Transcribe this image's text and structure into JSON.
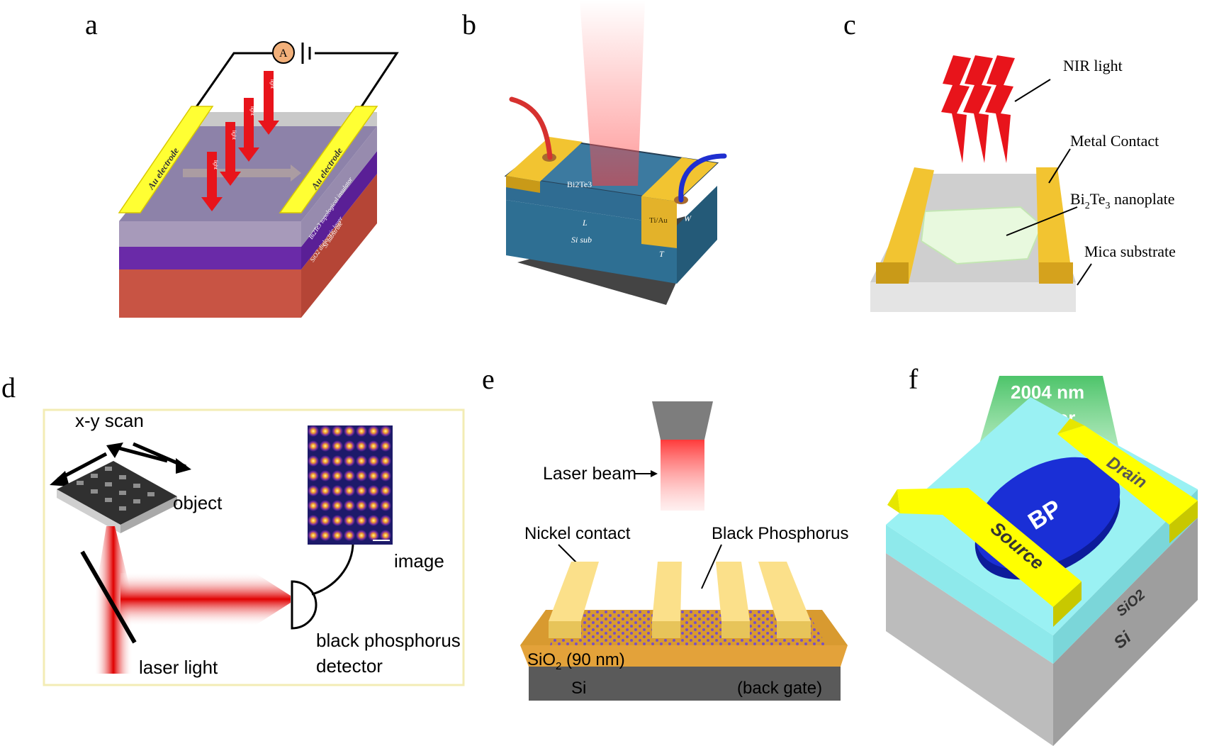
{
  "panels": {
    "a": {
      "letter": "a",
      "ammeter": "A",
      "electrode_left": "Au electrode",
      "electrode_right": "Au electrode",
      "light_label": "light",
      "layer_bi2te3": "Bi2Te3 topological insulator",
      "layer_sio2": "SiO2 dielectric layer",
      "layer_si": "Si substrate"
    },
    "b": {
      "letter": "b",
      "film": "Bi2Te3",
      "contact": "Ti/Au",
      "length": "L",
      "width": "W",
      "thickness": "T",
      "substrate": "Si sub"
    },
    "c": {
      "letter": "c",
      "nir": "NIR light",
      "metal": "Metal Contact",
      "nanoplate_prefix": "Bi",
      "nanoplate_sub1": "2",
      "nanoplate_mid": "Te",
      "nanoplate_sub2": "3",
      "nanoplate_suffix": " nanoplate",
      "mica": "Mica substrate"
    },
    "d": {
      "letter": "d",
      "scan": "x-y scan",
      "object": "object",
      "image": "image",
      "laser": "laser light",
      "detector_line1": "black phosphorus",
      "detector_line2": "detector"
    },
    "e": {
      "letter": "e",
      "beam": "Laser beam",
      "nickel": "Nickel contact",
      "bp": "Black Phosphorus",
      "sio2_prefix": "SiO",
      "sio2_sub": "2",
      "sio2_suffix": " (90 nm)",
      "si": "Si",
      "gate": "(back gate)"
    },
    "f": {
      "letter": "f",
      "laser_line1": "2004 nm",
      "laser_line2": "Laser",
      "drain": "Drain",
      "source": "Source",
      "bp": "BP",
      "sio2": "SiO2",
      "si": "Si"
    }
  },
  "colors": {
    "gold": "#f2c431",
    "yellow": "#ffff33",
    "red": "#e8141b",
    "purple": "#6a2aa8",
    "brick": "#c9513f",
    "blue_bp": "#1a2fd6",
    "cyan": "#9af1f3",
    "orange_sio2": "#e3a23a"
  }
}
